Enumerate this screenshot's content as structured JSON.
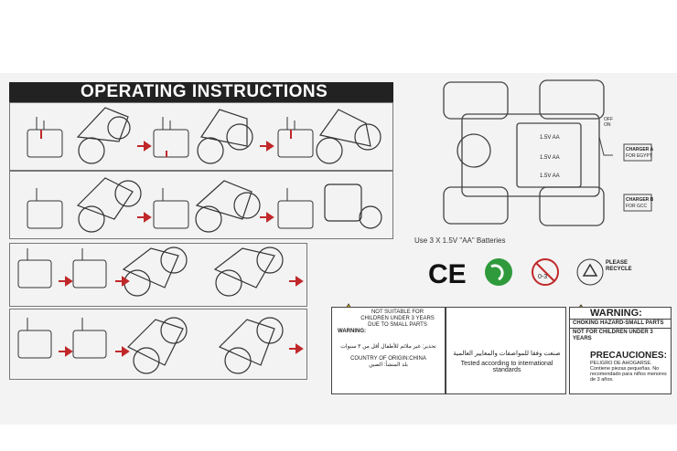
{
  "header": {
    "title": "OPERATING INSTRUCTIONS"
  },
  "batteries": {
    "text": "Use 3 X 1.5V \"AA\" Batteries"
  },
  "battery_labels": [
    "1.5V AA",
    "1.5V AA",
    "1.5V AA"
  ],
  "charger": {
    "egypt_label": "CHARGER A",
    "egypt_sub": "FOR EGYPT",
    "gcc_label": "CHARGER B",
    "gcc_sub": "FOR GCC",
    "switch_label": "OFF ON"
  },
  "age_badge": {
    "text": "0-3"
  },
  "recycle": {
    "text": "PLEASE RECYCLE"
  },
  "logos": {
    "ce": "CE"
  },
  "warning_small": {
    "en_1": "NOT SUITABLE FOR",
    "en_2": "CHILDREN UNDER 3 YEARS",
    "en_3": "DUE TO SMALL PARTS",
    "label": "WARNING:",
    "country": "COUNTRY OF ORIGIN:CHINA",
    "arabic_1": "تحذير: غير ملائم للأطفال أقل من ٣ سنوات",
    "arabic_2": "بلد المنشأ: الصين"
  },
  "tested": {
    "arabic": "صنعت وفقا للمواصفات والمعايير العالمية",
    "english": "Tested according to international standards"
  },
  "warning_big": {
    "title": "WARNING:",
    "line1": "CHOKING HAZARD-SMALL PARTS",
    "line2": "NOT FOR CHILDREN UNDER 3 YEARS",
    "prec_title": "PRECAUCIONES:",
    "prec_sub": "PELIGRO DE AHOGARSE. Contiene piezas pequeñas. No recomendado para niños menores de 3 años."
  },
  "colors": {
    "accent": "#c0282a",
    "ink": "#222222",
    "green": "#2f9a3c"
  }
}
